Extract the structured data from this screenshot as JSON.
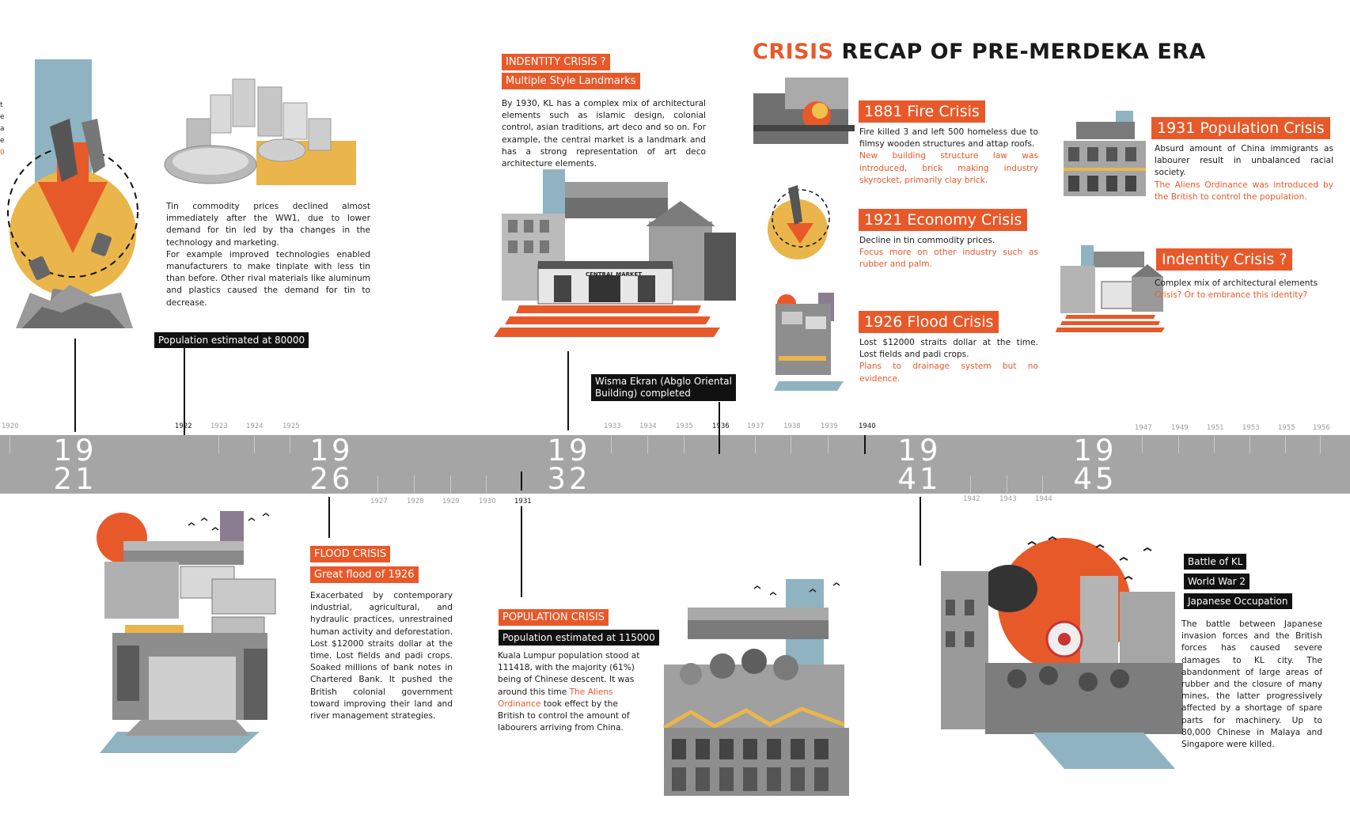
{
  "title": {
    "crisis_word": "CRISIS",
    "rest": "RECAP OF PRE-MERDEKA ERA"
  },
  "colors": {
    "accent": "#e8592a",
    "band": "#a5a5a5",
    "yellow": "#eab64b",
    "teal": "#8fb3c1"
  },
  "timeline": {
    "major_years": [
      {
        "top": "19",
        "bottom": "21"
      },
      {
        "top": "19",
        "bottom": "26"
      },
      {
        "top": "19",
        "bottom": "32"
      },
      {
        "top": "19",
        "bottom": "41"
      },
      {
        "top": "19",
        "bottom": "45"
      }
    ],
    "ticks_above": [
      "1920",
      "1922",
      "1923",
      "1924",
      "1925",
      "1933",
      "1934",
      "1935",
      "1936",
      "1937",
      "1938",
      "1939",
      "1940",
      "1947",
      "1949",
      "1951",
      "1953",
      "1955",
      "1956"
    ],
    "ticks_below": [
      "1927",
      "1928",
      "1929",
      "1930",
      "1931",
      "1942",
      "1943",
      "1944"
    ]
  },
  "left_edge_text": {
    "lines": [
      "t",
      "e",
      "a",
      "e",
      "0"
    ]
  },
  "tin": {
    "paragraph": "Tin commodity prices declined almost immediately after the WW1, due to lower demand for tin led by tha changes in the technology and marketing.",
    "paragraph2": "For example improved technologies enabled manufacturers to make tinplate with less tin than before. Other rival materials like aluminum and plastics caused the demand for tin to decrease."
  },
  "population_1922": "Population estimated at 80000",
  "identity": {
    "tag1": "INDENTITY CRISIS ?",
    "tag2": "Multiple Style Landmarks",
    "paragraph": "By 1930, KL has a complex mix of architectural elements such as islamic design, colonial control, asian traditions, art deco and so on. For example, the central market is a landmark and has a strong representation of art deco architecture elements.",
    "market_sign": "CENTRAL MARKET"
  },
  "wisma": {
    "line1": "Wisma Ekran (Abglo Oriental",
    "line2": "Building) completed"
  },
  "recap": {
    "fire": {
      "heading": "1881 Fire Crisis",
      "black": "Fire killed 3 and left 500 homeless due to filmsy wooden structures and attap roofs.",
      "orange": "New building structure law was introduced, brick making industry skyrocket, primarily clay brick."
    },
    "economy": {
      "heading": "1921 Economy Crisis",
      "black": "Decline in tin commodity prices.",
      "orange": "Focus more on other industry such as rubber and palm."
    },
    "flood": {
      "heading": "1926 Flood Crisis",
      "black": "Lost $12000 straits dollar at the time. Lost fields and padi crops.",
      "orange": "Plans to drainage system but no evidence."
    },
    "population": {
      "heading": "1931 Population Crisis",
      "black": "Absurd amount of China immigrants as labourer result in unbalanced racial society.",
      "orange": "The Aliens Ordinance was introduced by the British to control the population."
    },
    "identity": {
      "heading": "Indentity Crisis ?",
      "black": "Complex mix of architectural elements",
      "orange": "Crisis? Or to embrance this identity?"
    }
  },
  "flood": {
    "tag1": "FLOOD CRISIS",
    "tag2": "Great flood of 1926",
    "paragraph": "Exacerbated by contemporary industrial, agricultural, and hydraulic practices, unrestrained human activity and deforestation. Lost $12000 straits dollar at the time. Lost fields and padi crops. Soaked millions of bank notes in Chartered Bank. It pushed the British colonial government toward improving their land and river management strategies."
  },
  "population": {
    "tag1": "POPULATION CRISIS",
    "tag2": "Population estimated at 115000",
    "para_before": "Kuala Lumpur population stood at 111418, with the majority (61%) being of Chinese descent. It was around this time ",
    "para_orange": "The Aliens Ordinance",
    "para_after": " took effect by the British to control the amount of labourers arriving from China."
  },
  "war": {
    "tag1": "Battle of KL",
    "tag2": "World War 2",
    "tag3": "Japanese Occupation",
    "paragraph": "The battle between Japanese invasion forces and the British forces has caused severe damages to KL city. The abandonment of large areas of rubber and the closure of many mines, the latter progressively affected by a shortage of spare parts for machinery. Up to 80,000 Chinese in Malaya and Singapore were killed."
  }
}
